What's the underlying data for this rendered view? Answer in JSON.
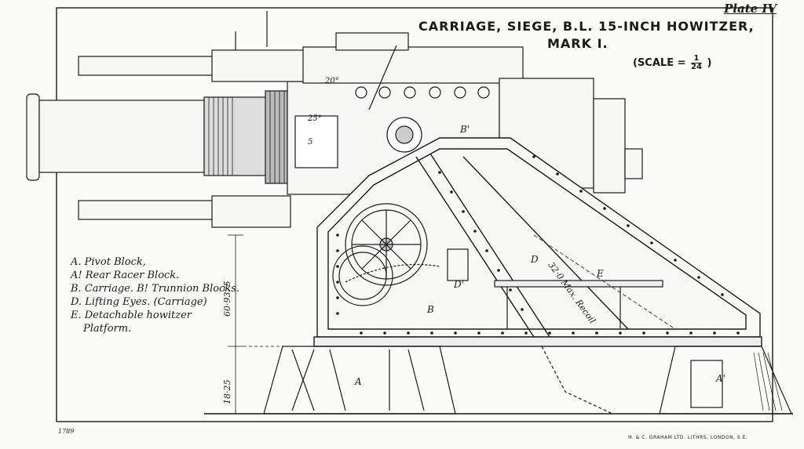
{
  "plate": {
    "plate_number": "Plate IV",
    "title_line1": "CARRIAGE, SIEGE, B.L. 15-INCH HOWITZER,",
    "title_line2": "MARK I.",
    "scale_prefix": "(SCALE =",
    "scale_numerator": "1",
    "scale_denominator": "24",
    "scale_suffix": ")"
  },
  "legend": {
    "items": [
      "A. Pivot Block,",
      "A! Rear Racer Block.",
      "B. Carriage. B! Trunnion Blocks.",
      "D. Lifting Eyes. (Carriage)",
      "E. Detachable howitzer"
    ],
    "continuation": "Platform."
  },
  "labels": {
    "A": "A",
    "A1": "A'",
    "B": "B",
    "B1": "B'",
    "D": "D",
    "D1": "D'",
    "E": "E",
    "dim_height": "60·9375",
    "dim_base": "18·25",
    "recoil": "32·0 Max. Recoil",
    "loading_angle": "25°",
    "angle_20": "20°",
    "marking_5": "5"
  },
  "footer": {
    "printer": "H. & C. GRAHAM LTD. LITHRS, LONDON, S.E.",
    "ref_number": "1789"
  },
  "colors": {
    "ink": "#1a1a1a",
    "paper": "#fbfbf9"
  }
}
